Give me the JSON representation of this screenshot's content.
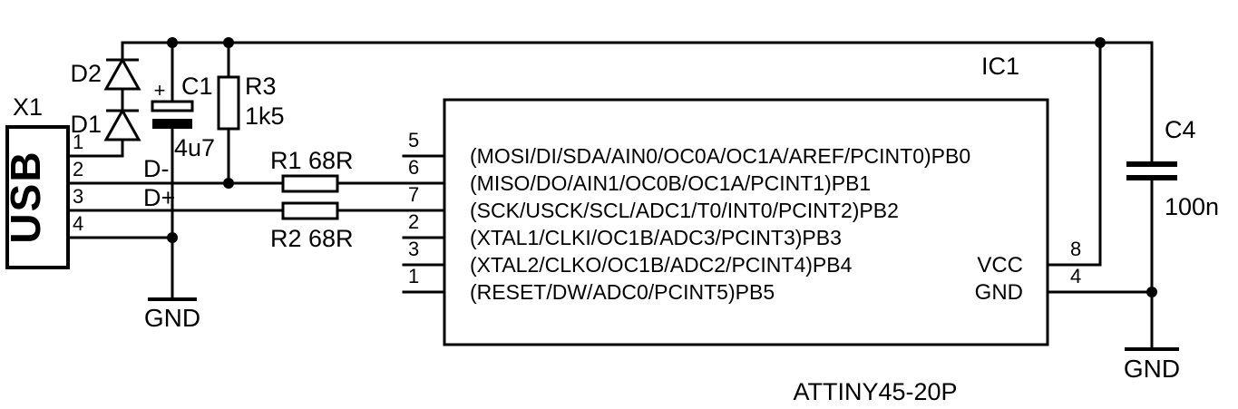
{
  "colors": {
    "wire": "#000000",
    "background": "#ffffff"
  },
  "connector": {
    "ref": "X1",
    "label": "USB",
    "pin_numbers": [
      "1",
      "2",
      "3",
      "4"
    ]
  },
  "components": {
    "d2_ref": "D2",
    "d1_ref": "D1",
    "c1_ref": "C1",
    "c1_plus": "+",
    "c1_value": "4u7",
    "r3_ref": "R3",
    "r3_value": "1k5",
    "r1_label": "R1 68R",
    "r2_label": "R2 68R",
    "c4_ref": "C4",
    "c4_value": "100n"
  },
  "nets": {
    "dminus": "D-",
    "dplus": "D+",
    "gnd_left": "GND",
    "gnd_right": "GND"
  },
  "ic": {
    "ref": "IC1",
    "part": "ATTINY45-20P",
    "left_pins": [
      {
        "num": "5",
        "label": "(MOSI/DI/SDA/AIN0/OC0A/OC1A/AREF/PCINT0)PB0"
      },
      {
        "num": "6",
        "label": "(MISO/DO/AIN1/OC0B/OC1A/PCINT1)PB1"
      },
      {
        "num": "7",
        "label": "(SCK/USCK/SCL/ADC1/T0/INT0/PCINT2)PB2"
      },
      {
        "num": "2",
        "label": "(XTAL1/CLKI/OC1B/ADC3/PCINT3)PB3"
      },
      {
        "num": "3",
        "label": "(XTAL2/CLKO/OC1B/ADC2/PCINT4)PB4"
      },
      {
        "num": "1",
        "label": "(RESET/DW/ADC0/PCINT5)PB5"
      }
    ],
    "right_pins": [
      {
        "num": "8",
        "label": "VCC"
      },
      {
        "num": "4",
        "label": "GND"
      }
    ]
  }
}
